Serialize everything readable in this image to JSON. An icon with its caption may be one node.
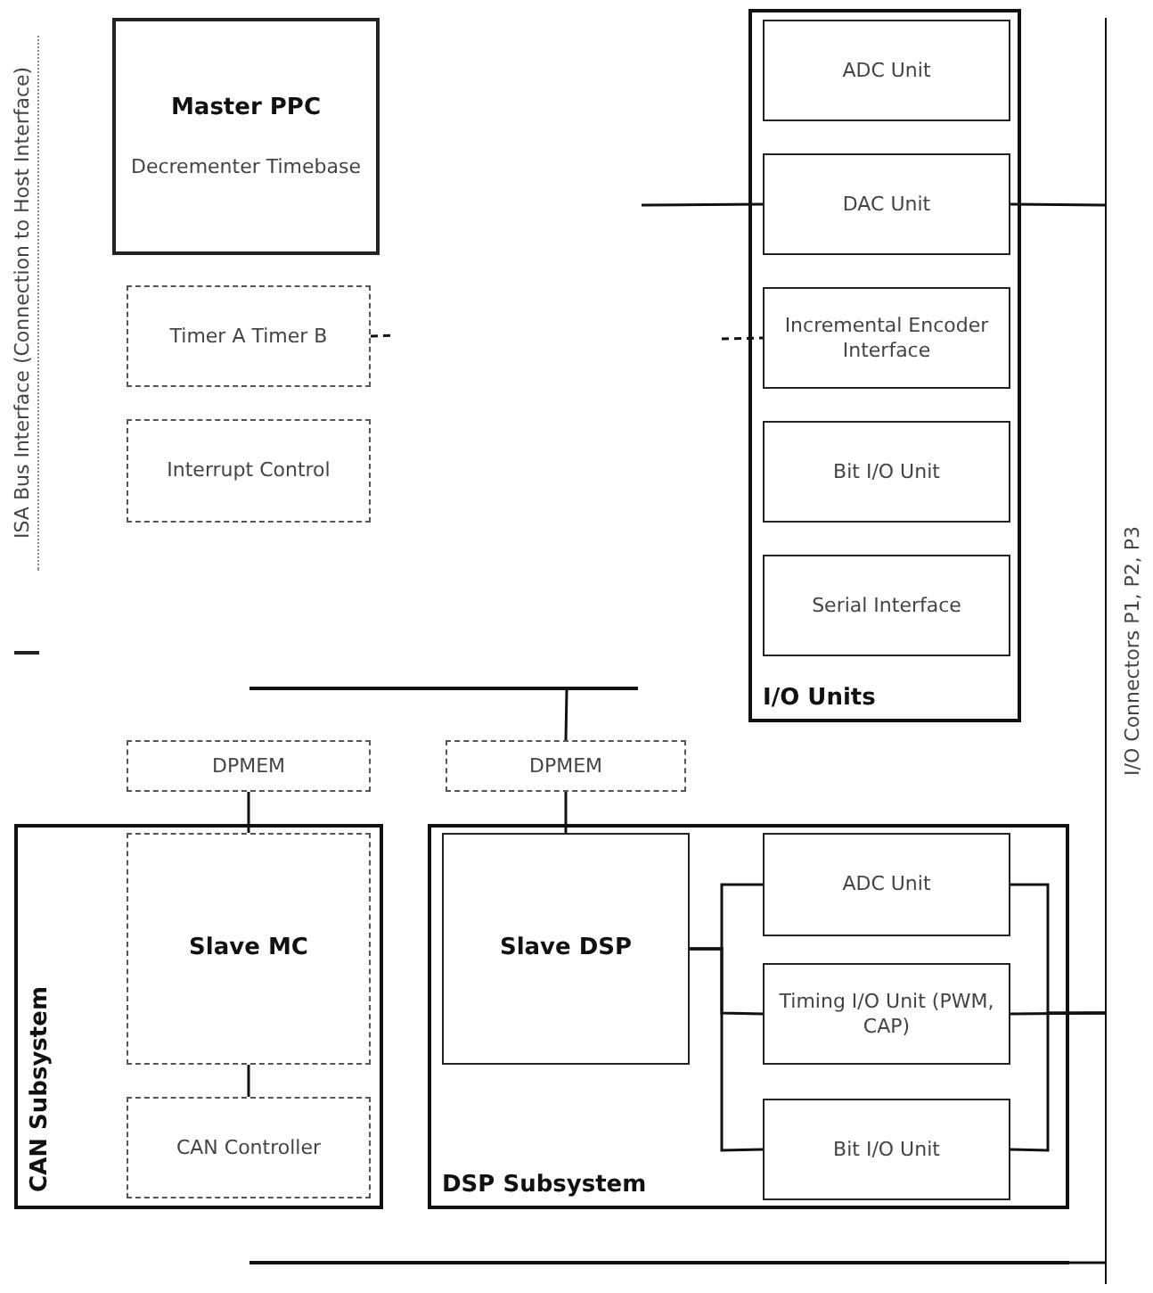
{
  "diagram": {
    "nodes": [
      {
        "text": [
          "Master PPC",
          "Decrementer Timebase"
        ]
      },
      {
        "text": [
          "Timer A Timer B"
        ]
      },
      {
        "text": [
          "Interrupt Control"
        ]
      },
      {
        "text": [
          "I/O Units"
        ]
      },
      {
        "text": [
          "ADC Unit"
        ],
        "in": 3
      },
      {
        "text": [
          "DAC Unit"
        ],
        "in": 3
      },
      {
        "text": [
          "Incremental Encoder Interface"
        ],
        "in": 3
      },
      {
        "text": [
          "Bit I/O Unit"
        ],
        "in": 3
      },
      {
        "text": [
          "Serial Interface"
        ],
        "in": 3
      },
      {
        "text": [
          "DPMEM"
        ]
      },
      {
        "text": [
          "DPMEM"
        ]
      },
      {
        "text": [
          "CAN Subsystem"
        ]
      },
      {
        "text": [
          "Slave MC"
        ],
        "in": 11
      },
      {
        "text": [
          "CAN Controller"
        ],
        "in": 11
      },
      {
        "text": [
          "DSP Subsystem"
        ]
      },
      {
        "text": [
          "Slave DSP"
        ],
        "in": 14
      },
      {
        "text": [
          "ADC Unit"
        ],
        "in": 14
      },
      {
        "text": [
          "Timing I/O Unit (PWM, CAP)"
        ],
        "in": 14
      },
      {
        "text": [
          "Bit I/O Unit"
        ],
        "in": 14
      },
      {
        "text": [],
        "shape": "bar"
      },
      {
        "text": [
          "I/O Connectors P1, P2, P3"
        ]
      },
      {
        "text": [],
        "shape": "bar"
      }
    ],
    "edges": [
      {
        "from": 9,
        "to": 12,
        "arrow": "none"
      },
      {
        "from": 12,
        "to": 13,
        "arrow": "none"
      },
      {
        "from": 10,
        "to": 19,
        "arrow": "none"
      },
      {
        "from": 10,
        "to": 15,
        "arrow": "none"
      },
      {
        "from": 15,
        "to": 16,
        "arrow": "none"
      },
      {
        "from": 15,
        "to": 17,
        "arrow": "none"
      },
      {
        "from": 15,
        "to": 18,
        "arrow": "none"
      },
      {
        "from": 16,
        "to": 20,
        "arrow": "none"
      },
      {
        "from": 17,
        "to": 20,
        "arrow": "none"
      },
      {
        "from": 18,
        "to": 20,
        "arrow": "none"
      },
      {
        "from": 5,
        "to": 20,
        "arrow": "none"
      },
      {
        "from": null,
        "to": 5,
        "arrow": "none"
      },
      {
        "from": null,
        "to": 6,
        "arrow": "none",
        "style": "dashed"
      },
      {
        "from": 1,
        "to": null,
        "arrow": "none",
        "style": "dashed"
      },
      {
        "from": 21,
        "to": 20,
        "arrow": "none"
      }
    ],
    "labels": [
      "ISA Bus Interface (Connection to Host Interface)"
    ]
  }
}
